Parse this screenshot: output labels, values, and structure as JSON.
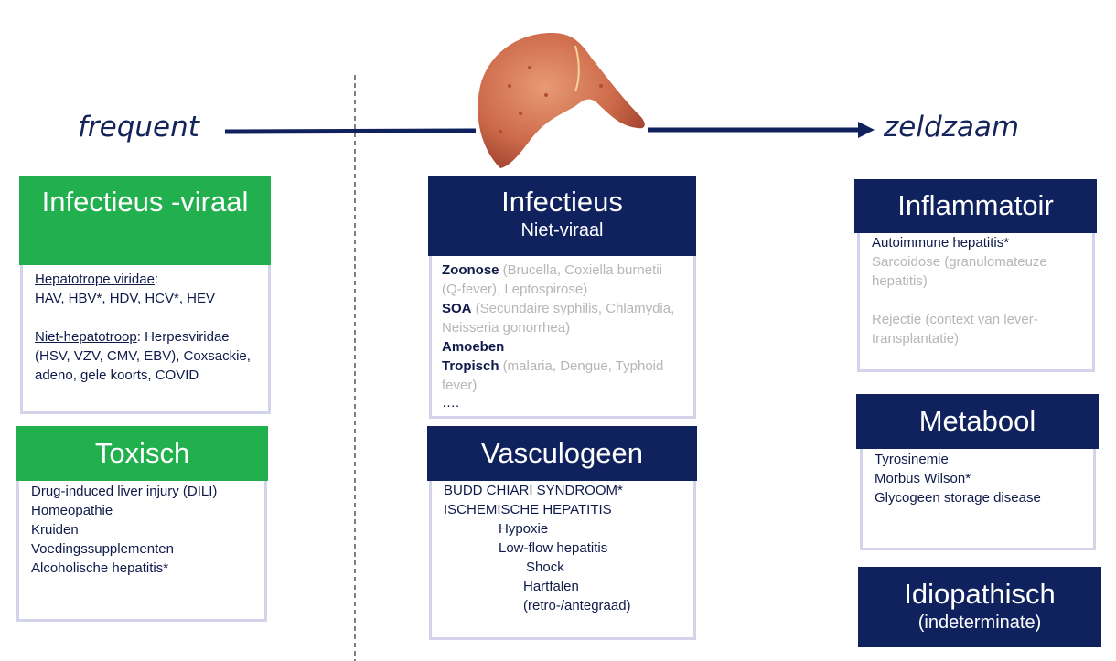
{
  "axis": {
    "left_label": "frequent",
    "right_label": "zeldzaam"
  },
  "colors": {
    "navy": "#0f225e",
    "green": "#22b04f",
    "grey_text": "#b6b6b6",
    "border": "#d3d3ea"
  },
  "boxes": {
    "infectieus_viraal": {
      "title": "Infectieus -viraal",
      "hepatotrope_label": "Hepatotrope viridae",
      "hepatotrope_suffix": ":",
      "hepatotrope_list": "HAV, HBV*, HDV, HCV*, HEV",
      "niet_hepatotroop_label": "Niet-hepatotroop",
      "niet_hepatotroop_line1": ": Herpesviridae",
      "niet_hepatotroop_line2": "(HSV, VZV, CMV, EBV), Coxsackie,",
      "niet_hepatotroop_line3": "adeno, gele koorts,  COVID"
    },
    "toxisch": {
      "title": "Toxisch",
      "items": [
        "Drug-induced liver injury (DILI)",
        "Homeopathie",
        "Kruiden",
        "Voedingssupplementen",
        "Alcoholische hepatitis*"
      ]
    },
    "infectieus_niet_viraal": {
      "title": "Infectieus",
      "subtitle": "Niet-viraal",
      "zoonose_label": "Zoonose",
      "zoonose_detail1": " (Brucella, Coxiella burnetii",
      "zoonose_detail2": "(Q-fever), Leptospirose)",
      "soa_label": "SOA",
      "soa_detail1": " (Secundaire syphilis, Chlamydia,",
      "soa_detail2": "Neisseria gonorrhea)",
      "amoeben_label": "Amoeben",
      "tropisch_label": "Tropisch",
      "tropisch_detail1": " (malaria, Dengue, Typhoid",
      "tropisch_detail2": "fever)",
      "ellipsis": "…."
    },
    "vasculogeen": {
      "title": "Vasculogeen",
      "line1": "BUDD CHIARI SYNDROOM*",
      "line2": "ISCHEMISCHE HEPATITIS",
      "line3": "Hypoxie",
      "line4": "Low-flow hepatitis",
      "line5": "Shock",
      "line6": "Hartfalen",
      "line7": "(retro-/antegraad)"
    },
    "inflammatoir": {
      "title": "Inflammatoir",
      "line1": "Autoimmune hepatitis*",
      "line2": "Sarcoidose (granulomateuze",
      "line3": "hepatitis)",
      "line4": "Rejectie (context van lever-",
      "line5": "transplantatie)"
    },
    "metabool": {
      "title": "Metabool",
      "items": [
        "Tyrosinemie",
        "Morbus Wilson*",
        "Glycogeen storage disease"
      ]
    },
    "idiopathisch": {
      "title": "Idiopathisch",
      "subtitle": "(indeterminate)"
    }
  }
}
